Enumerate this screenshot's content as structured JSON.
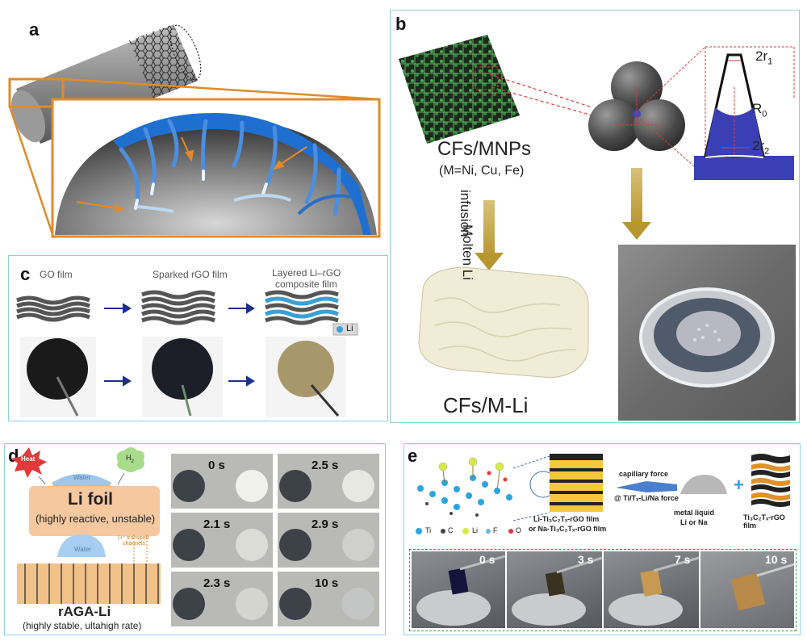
{
  "panels": {
    "a": {
      "label": "a"
    },
    "b": {
      "label": "b",
      "cf_mnps": "CFs/MNPs",
      "metals": "(M=Ni, Cu, Fe)",
      "molten_li": "Molten Li",
      "infusion": "infusion",
      "cf_mli": "CFs/M-Li",
      "r1": "2r",
      "r1_sub": "1",
      "r0": "R",
      "r0_sub": "0",
      "r2": "2r",
      "r2_sub": "2"
    },
    "c": {
      "label": "c",
      "go_film": "GO film",
      "sparked": "Sparked rGO film",
      "layered_1": "Layered Li–rGO",
      "layered_2": "composite film",
      "li_legend": "Li"
    },
    "d": {
      "label": "d",
      "heat": "Heat",
      "h2": "H",
      "h2_sub": "2",
      "water": "Water",
      "li_foil": "Li foil",
      "li_foil_desc": "(highly reactive, unstable)",
      "li_transport_1": "Li⁺ transport",
      "li_transport_2": "channels",
      "ragali": "rAGA-Li",
      "ragali_desc": "(highly stable, ultahigh rate)",
      "times": [
        "0 s",
        "2.5 s",
        "2.1 s",
        "2.9 s",
        "2.3 s",
        "10 s"
      ]
    },
    "e": {
      "label": "e",
      "capillary": "capillary force",
      "force_2": "@ Ti/Tₓ-Li/Na force",
      "li_film": "Li-Ti₃C₂Tₓ-rGO film",
      "na_film": "or Na-Ti₃C₂Tₓ-rGO film",
      "metal_liquid": "metal liquid",
      "li_or_na": "Li or Na",
      "ti_film": "Ti₃C₂Tₓ-rGO film",
      "legend": [
        "Ti",
        "C",
        "Li",
        "F",
        "O"
      ],
      "times": [
        "0 s",
        "3 s",
        "7 s",
        "10 s"
      ]
    }
  },
  "colors": {
    "panel_border": "#8fd0dc",
    "orange": "#e08a2a",
    "blue": "#1f6fd1",
    "gold": "#c9a236",
    "li_blue": "#2e44b8"
  }
}
